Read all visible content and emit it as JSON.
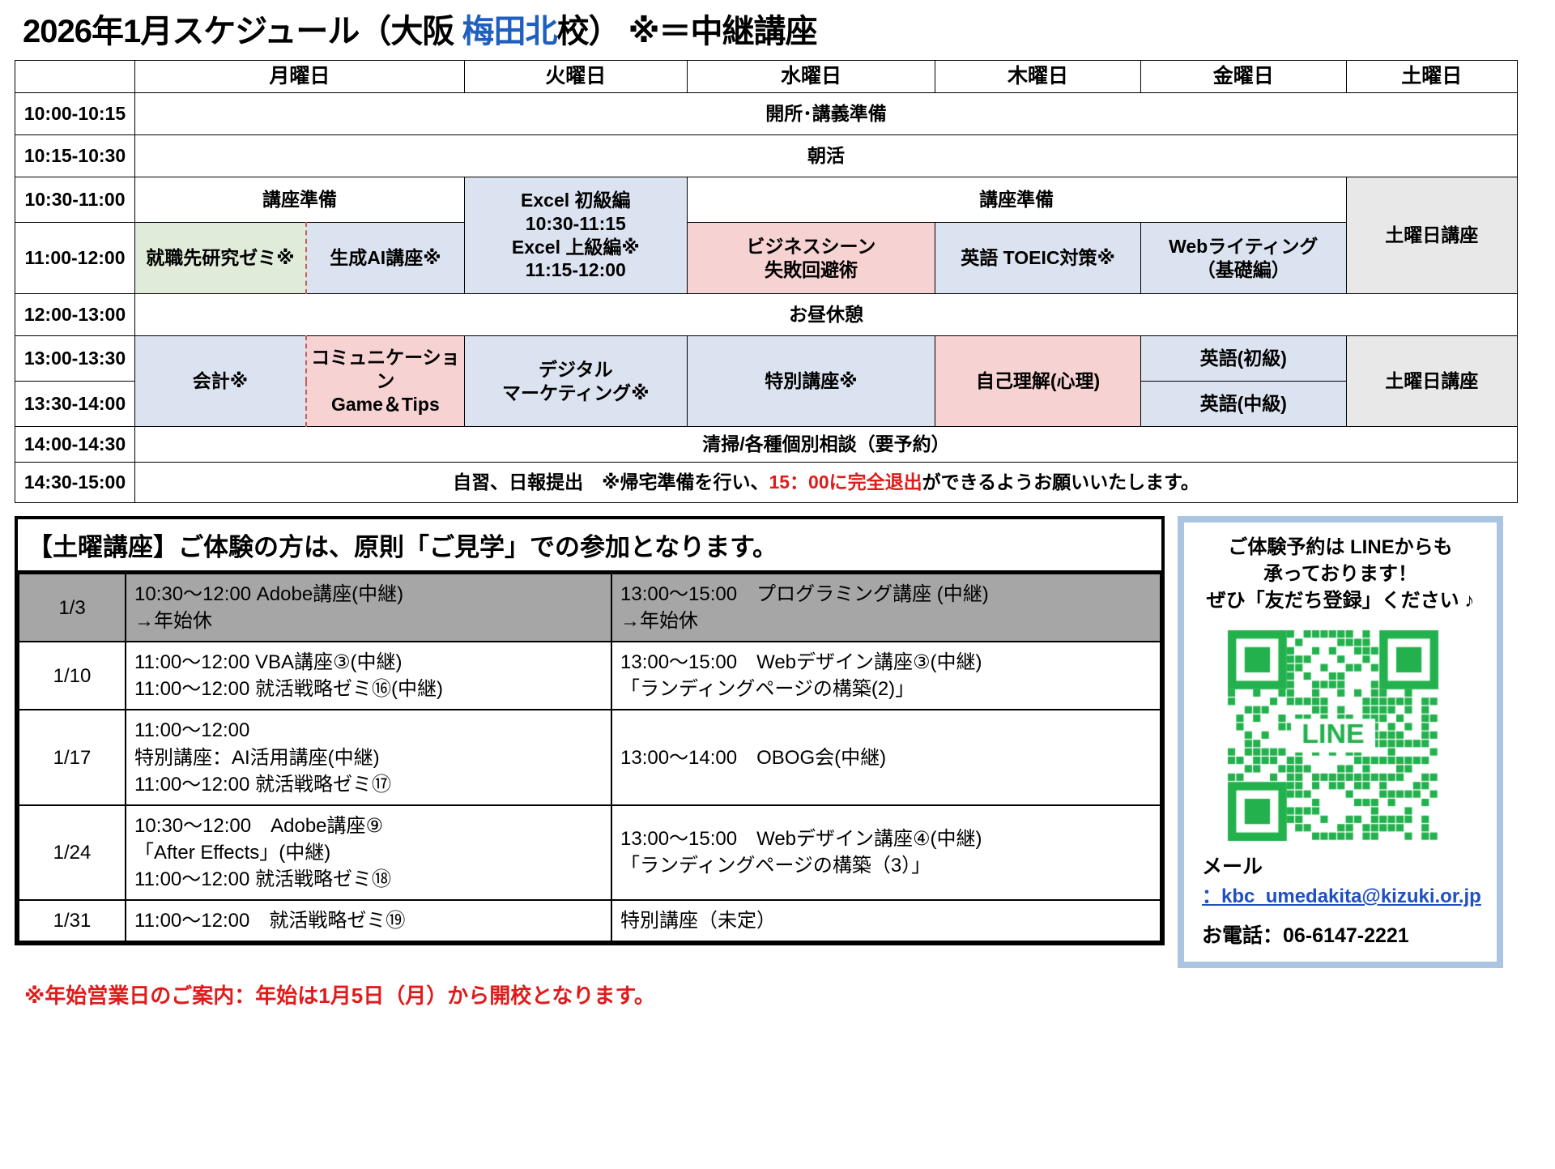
{
  "title": {
    "part1": "2026年1月スケジュール（大阪 ",
    "highlight": "梅田北",
    "part2": "校） ※＝中継講座",
    "highlight_color": "#1F5FBF"
  },
  "schedule": {
    "day_headers": [
      "",
      "月曜日",
      "火曜日",
      "水曜日",
      "木曜日",
      "金曜日",
      "土曜日"
    ],
    "times": {
      "t1": "10:00-10:15",
      "t2": "10:15-10:30",
      "t3": "10:30-11:00",
      "t4": "11:00-12:00",
      "t5": "12:00-13:00",
      "t6": "13:00-13:30",
      "t7": "13:30-14:00",
      "t8": "14:00-14:30",
      "t9": "14:30-15:00"
    },
    "row_open": "開所･講義準備",
    "row_asakatsu": "朝活",
    "prep_mon": "講座準備",
    "prep_wedfri": "講座準備",
    "excel_line1": "Excel  初級編",
    "excel_line2": "10:30-11:15",
    "excel_line3": "Excel  上級編※",
    "excel_line4": "11:15-12:00",
    "mon_a": "就職先研究ゼミ※",
    "mon_b": "生成AI講座※",
    "wed_am": "ビジネスシーン\n失敗回避術",
    "wed_am_l1": "ビジネスシーン",
    "wed_am_l2": "失敗回避術",
    "thu_am": "英語 TOEIC対策※",
    "fri_am_l1": "Webライティング",
    "fri_am_l2": "（基礎編）",
    "sat_am": "土曜日講座",
    "lunch": "お昼休憩",
    "mon_pm": "会計※",
    "mon_pm2_l1": "コミュニケーション",
    "mon_pm2_l2": "Game＆Tips",
    "tue_pm_l1": "デジタル",
    "tue_pm_l2": "マーケティング※",
    "wed_pm": "特別講座※",
    "thu_pm": "自己理解(心理)",
    "fri_pm1": "英語(初級)",
    "fri_pm2": "英語(中級)",
    "sat_pm": "土曜日講座",
    "cleaning": "清掃/各種個別相談（要予約）",
    "closing_a": "自習、日報提出　※帰宅準備を行い、",
    "closing_red": "15：00に完全退出",
    "closing_b": "ができるようお願いいたします。"
  },
  "saturday": {
    "heading": "【土曜講座】ご体験の方は、原則「ご見学」での参加となります。",
    "rows": [
      {
        "date": "1/3",
        "morning": "10:30〜12:00 Adobe講座(中継)\n→年始休",
        "afternoon": "13:00〜15:00　プログラミング講座 (中継)\n→年始休",
        "highlighted": true
      },
      {
        "date": "1/10",
        "morning": "11:00〜12:00 VBA講座③(中継)\n11:00〜12:00 就活戦略ゼミ⑯(中継)",
        "afternoon": "13:00〜15:00　Webデザイン講座③(中継)\n「ランディングページの構築(2)」",
        "highlighted": false
      },
      {
        "date": "1/17",
        "morning": "11:00〜12:00\n特別講座：AI活用講座(中継)\n11:00〜12:00 就活戦略ゼミ⑰",
        "afternoon": "13:00〜14:00　OBOG会(中継)",
        "highlighted": false
      },
      {
        "date": "1/24",
        "morning": "10:30〜12:00　Adobe講座⑨\n「After Effects」(中継)\n11:00〜12:00 就活戦略ゼミ⑱",
        "afternoon": "13:00〜15:00　Webデザイン講座④(中継)\n「ランディングページの構築（3）」",
        "highlighted": false
      },
      {
        "date": "1/31",
        "morning": "11:00〜12:00　就活戦略ゼミ⑲",
        "afternoon": "特別講座（未定）",
        "highlighted": false
      }
    ]
  },
  "line_panel": {
    "heading_l1": "ご体験予約は LINEからも",
    "heading_l2": "承っております！",
    "heading_l3": "ぜひ「友だち登録」ください ♪",
    "qr_label": "LINE",
    "mail_label": "メール",
    "mail_value": "：kbc_umedakita@kizuki.or.jp",
    "tel_label": "お電話",
    "tel_value": "：06-6147-2221",
    "frame_color": "#aac4e2",
    "qr_color": "#22b14c",
    "link_color": "#1F4FC0"
  },
  "notice": "※年始営業日のご案内：年始は1月5日（月）から開校となります。"
}
